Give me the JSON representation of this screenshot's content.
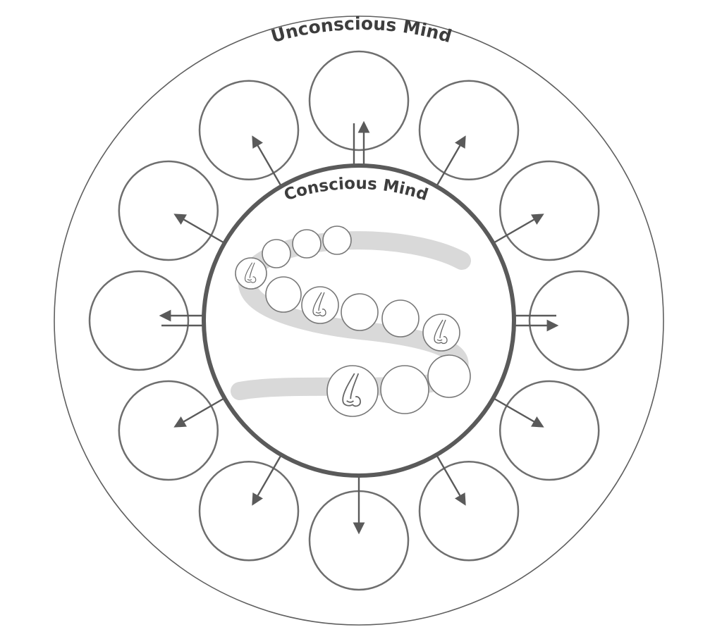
{
  "diagram": {
    "outer_label": "Unconscious Mind",
    "inner_label": "Conscious Mind",
    "colors": {
      "outer_ring": "#5f5f5f",
      "inner_ring": "#5a5a5a",
      "satellites": "#6e6e6e",
      "arrows": "#5a5a5a",
      "s_band": "#d9d9d9",
      "text": "#3d3d3d"
    },
    "satellites": [
      {
        "name": "top",
        "arrow": "two-way"
      },
      {
        "name": "top-right",
        "arrow": "outward"
      },
      {
        "name": "right-upper",
        "arrow": "outward"
      },
      {
        "name": "right",
        "arrow": "two-way"
      },
      {
        "name": "right-lower",
        "arrow": "outward"
      },
      {
        "name": "bottom-right",
        "arrow": "outward"
      },
      {
        "name": "bottom",
        "arrow": "outward"
      },
      {
        "name": "bottom-left",
        "arrow": "outward"
      },
      {
        "name": "left-lower",
        "arrow": "outward"
      },
      {
        "name": "left",
        "arrow": "two-way"
      },
      {
        "name": "left-upper",
        "arrow": "outward"
      },
      {
        "name": "top-left",
        "arrow": "outward"
      }
    ],
    "bead_icon": "nose-icon"
  }
}
